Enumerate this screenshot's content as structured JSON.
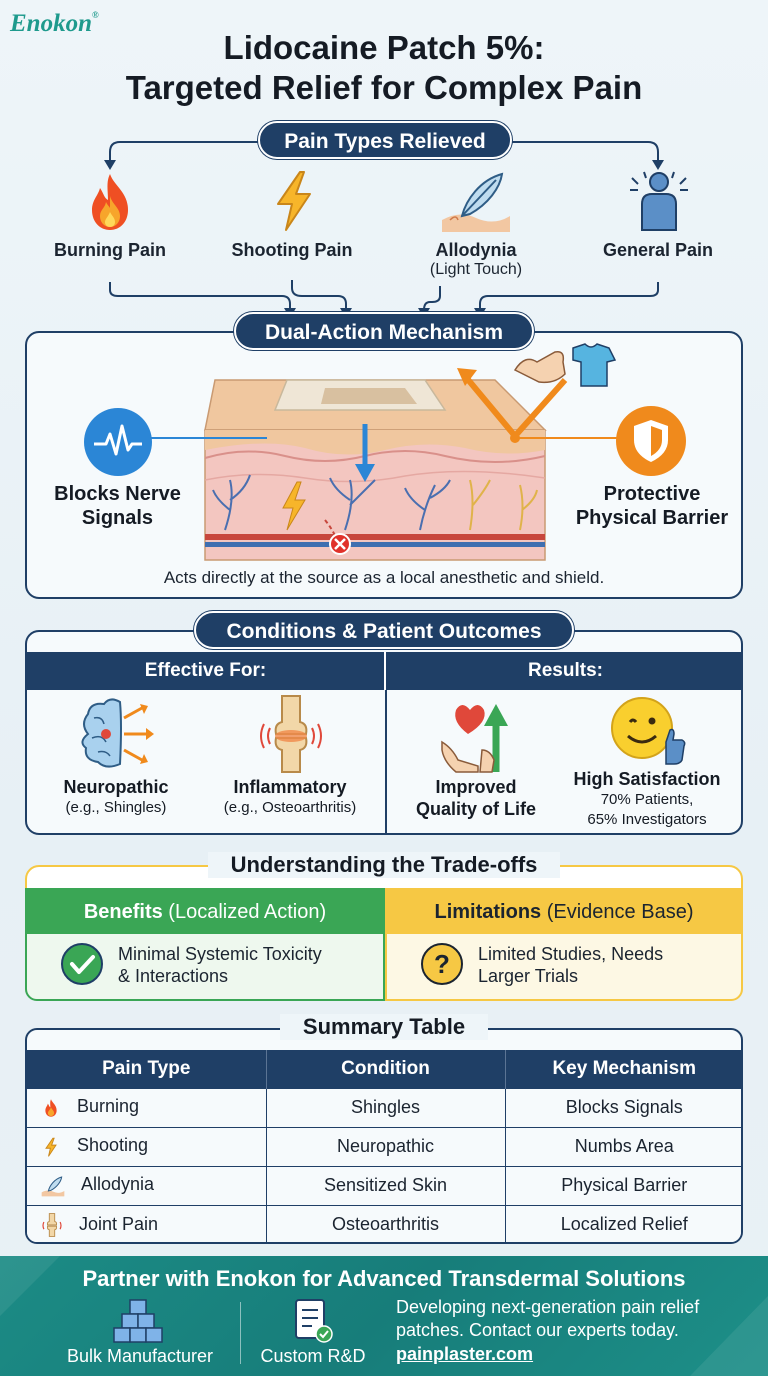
{
  "brand": {
    "name": "Enokon",
    "mark": "®"
  },
  "title": {
    "line1": "Lidocaine Patch 5%:",
    "line2": "Targeted Relief for Complex Pain"
  },
  "pain_types": {
    "heading": "Pain Types Relieved",
    "items": [
      {
        "label": "Burning Pain",
        "sub": "",
        "icon": "fire-icon"
      },
      {
        "label": "Shooting Pain",
        "sub": "",
        "icon": "lightning-icon"
      },
      {
        "label": "Allodynia",
        "sub": "(Light Touch)",
        "icon": "feather-icon"
      },
      {
        "label": "General Pain",
        "sub": "",
        "icon": "person-pain-icon"
      }
    ]
  },
  "mechanism": {
    "heading": "Dual-Action Mechanism",
    "left_label": "Blocks Nerve Signals",
    "right_label": "Protective Physical Barrier",
    "caption": "Acts directly at the source as a local anesthetic and shield.",
    "colors": {
      "blue": "#2b86d6",
      "orange": "#f08a1c",
      "navy": "#1f3f66"
    }
  },
  "conditions": {
    "heading": "Conditions & Patient Outcomes",
    "effective_header": "Effective For:",
    "results_header": "Results:",
    "effective": [
      {
        "label": "Neuropathic",
        "sub": "(e.g., Shingles)",
        "icon": "brain-icon"
      },
      {
        "label": "Inflammatory",
        "sub": "(e.g., Osteoarthritis)",
        "icon": "joint-icon"
      }
    ],
    "results": [
      {
        "label": "Improved Quality of Life",
        "line1": "Improved",
        "line2": "Quality of Life",
        "icon": "heart-hands-icon"
      },
      {
        "label": "High Satisfaction",
        "sub1": "70% Patients,",
        "sub2": "65% Investigators",
        "icon": "smiley-thumbs-icon"
      }
    ]
  },
  "tradeoffs": {
    "heading": "Understanding the Trade-offs",
    "benefits": {
      "title": "Benefits",
      "qualifier": "(Localized Action)",
      "line1": "Minimal Systemic Toxicity",
      "line2": "& Interactions",
      "color": "#3aa655"
    },
    "limitations": {
      "title": "Limitations",
      "qualifier": "(Evidence Base)",
      "line1": "Limited Studies, Needs",
      "line2": "Larger Trials",
      "color": "#f6c844"
    }
  },
  "summary": {
    "heading": "Summary Table",
    "columns": [
      "Pain Type",
      "Condition",
      "Key Mechanism"
    ],
    "rows": [
      {
        "pain_type": "Burning",
        "condition": "Shingles",
        "mechanism": "Blocks Signals",
        "icon": "fire-icon"
      },
      {
        "pain_type": "Shooting",
        "condition": "Neuropathic",
        "mechanism": "Numbs Area",
        "icon": "lightning-icon"
      },
      {
        "pain_type": "Allodynia",
        "condition": "Sensitized Skin",
        "mechanism": "Physical Barrier",
        "icon": "feather-icon"
      },
      {
        "pain_type": "Joint Pain",
        "condition": "Osteoarthritis",
        "mechanism": "Localized Relief",
        "icon": "joint-icon"
      }
    ]
  },
  "footer": {
    "title": "Partner with Enokon for Advanced Transdermal Solutions",
    "item1": "Bulk Manufacturer",
    "item2": "Custom R&D",
    "desc_line1": "Developing next-generation pain relief",
    "desc_line2": "patches. Contact our experts today.",
    "link": "painplaster.com"
  }
}
